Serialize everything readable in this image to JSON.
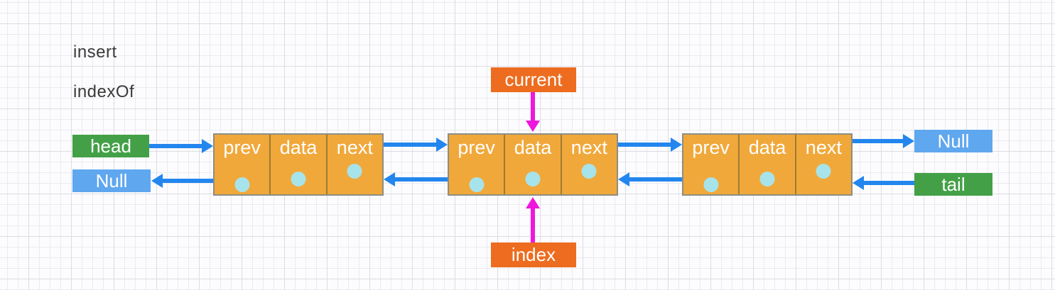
{
  "notes": [
    {
      "text": "insert"
    },
    {
      "text": "indexOf"
    }
  ],
  "labels": {
    "head": "head",
    "null_left": "Null",
    "null_right": "Null",
    "tail": "tail",
    "current": "current",
    "index": "index"
  },
  "nodes": [
    {
      "cells": [
        {
          "label": "prev"
        },
        {
          "label": "data"
        },
        {
          "label": "next"
        }
      ]
    },
    {
      "cells": [
        {
          "label": "prev"
        },
        {
          "label": "data"
        },
        {
          "label": "next"
        }
      ]
    },
    {
      "cells": [
        {
          "label": "prev"
        },
        {
          "label": "data"
        },
        {
          "label": "next"
        }
      ]
    }
  ],
  "colors": {
    "node_fill": "#f1a83a",
    "node_stroke": "#8d8d82",
    "cell_divider": "#9c7c36",
    "pointer_dot": "#a7e3eb",
    "arrow_blue": "#2386ee",
    "arrow_magenta": "#ef16dd",
    "label_green": "#43a047",
    "label_light_blue": "#5fa7ef",
    "label_orange": "#ed6c1f",
    "note_text": "#3a3a3a",
    "label_text": "#ffffff",
    "grid_minor": "#ebebf0",
    "grid_major": "#dcdce2",
    "background": "#fcfcfe"
  }
}
